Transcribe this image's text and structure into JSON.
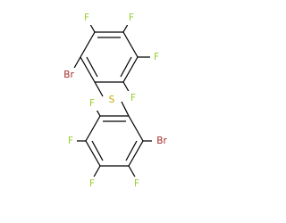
{
  "molecule": {
    "atoms": {
      "f_top_left": "F",
      "f_top_right": "F",
      "f_right": "F",
      "f_right_lower": "F",
      "br_upper": "Br",
      "s_bridge": "S",
      "f_left_upper": "F",
      "f_left_lower": "F",
      "f_bottom": "F",
      "br_lower": "Br",
      "f_right_bottom": "F"
    },
    "colors": {
      "fluorine": "#9acd32",
      "bromine": "#a52a2a",
      "sulfur": "#c8a800",
      "bond": "#000000"
    }
  }
}
